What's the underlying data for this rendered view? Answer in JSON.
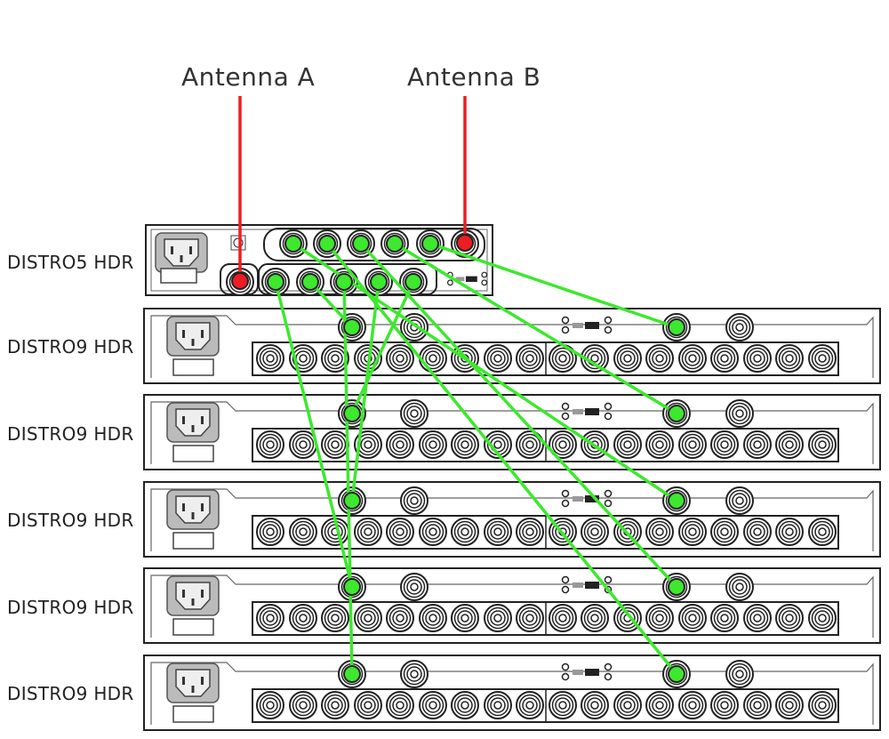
{
  "antennas": [
    {
      "label": "Antenna A",
      "color": "#ee1c24"
    },
    {
      "label": "Antenna B",
      "color": "#ee1c24"
    }
  ],
  "units": [
    {
      "label": "DISTRO5 HDR",
      "model": "distro5"
    },
    {
      "label": "DISTRO9 HDR",
      "model": "distro9"
    },
    {
      "label": "DISTRO9 HDR",
      "model": "distro9"
    },
    {
      "label": "DISTRO9 HDR",
      "model": "distro9"
    },
    {
      "label": "DISTRO9 HDR",
      "model": "distro9"
    },
    {
      "label": "DISTRO9 HDR",
      "model": "distro9"
    }
  ],
  "colors": {
    "cable_green": "#3de82e",
    "antenna_red": "#ee1c24",
    "outline": "#222222"
  }
}
